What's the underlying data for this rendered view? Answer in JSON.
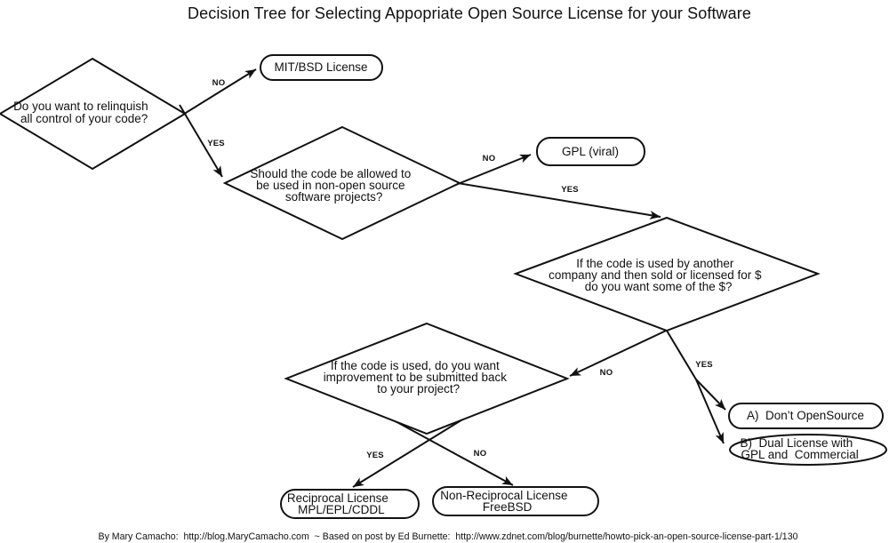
{
  "title": "Decision Tree for Selecting Appopriate Open Source License for your Software",
  "footer": "By Mary Camacho:  http://blog.MaryCamacho.com  ~ Based on post by Ed Burnette:  http://www.zdnet.com/blog/burnette/howto-pick-an-open-source-license-part-1/130",
  "colors": {
    "ink": "#111111",
    "background": "#ffffff"
  },
  "nodes": {
    "d1": {
      "type": "decision",
      "lines": [
        "Do you want to relinquish",
        "all control of your code?"
      ]
    },
    "d2": {
      "type": "decision",
      "lines": [
        "Should the code be allowed to",
        "be used in non-open source",
        "software projects?"
      ]
    },
    "d3": {
      "type": "decision",
      "lines": [
        "If the code is used by another",
        "company and then sold or licensed for $",
        "do you want some of the $?"
      ]
    },
    "d4": {
      "type": "decision",
      "lines": [
        "If the code is used, do you want",
        "improvement to be submitted back",
        "to your project?"
      ]
    },
    "mit": {
      "type": "outcome",
      "lines": [
        "MIT/BSD License"
      ]
    },
    "gpl": {
      "type": "outcome",
      "lines": [
        "GPL (viral)"
      ]
    },
    "dont": {
      "type": "outcome",
      "lines": [
        "A)  Don’t OpenSource"
      ]
    },
    "dual": {
      "type": "outcome",
      "lines": [
        "B)  Dual License with",
        "GPL and  Commercial"
      ]
    },
    "reciprocal": {
      "type": "outcome",
      "lines": [
        "Reciprocal License",
        "MPL/EPL/CDDL"
      ]
    },
    "nonreciprocal": {
      "type": "outcome",
      "lines": [
        "Non-Reciprocal License",
        "FreeBSD"
      ]
    }
  },
  "edge_labels": {
    "d1_no": "NO",
    "d1_yes": "YES",
    "d2_no": "NO",
    "d2_yes": "YES",
    "d3_no": "NO",
    "d3_yes": "YES",
    "d4_yes": "YES",
    "d4_no": "NO"
  }
}
